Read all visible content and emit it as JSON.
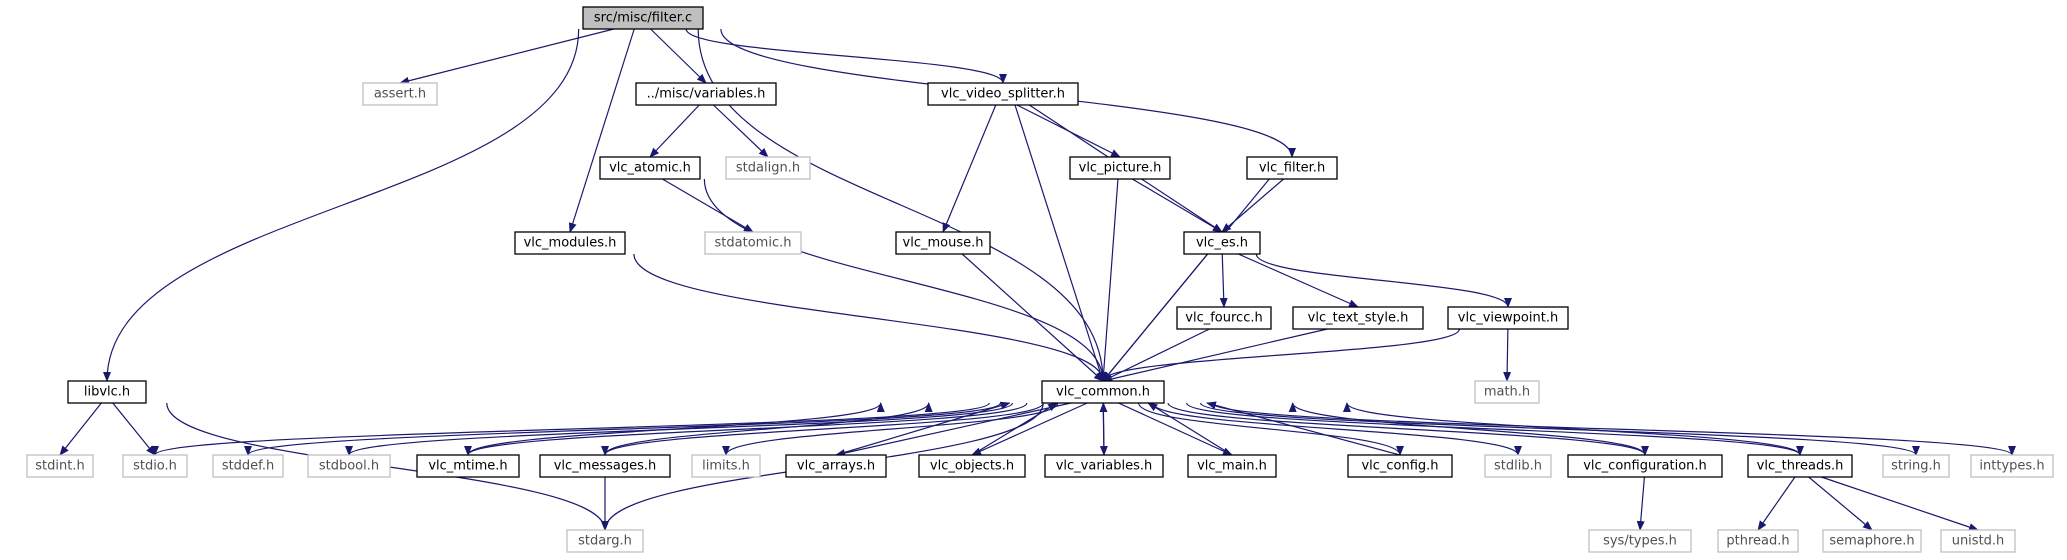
{
  "graph": {
    "root": "src/misc/filter.c",
    "colors": {
      "edge": "#191970",
      "internal_border": "#000000",
      "external_border": "#bfbfbf",
      "root_fill": "#bfbfbf",
      "node_fill": "#ffffff"
    },
    "nodes": [
      {
        "id": "root",
        "label": "src/misc/filter.c",
        "kind": "root"
      },
      {
        "id": "assert",
        "label": "assert.h",
        "kind": "external"
      },
      {
        "id": "misc_variables",
        "label": "../misc/variables.h",
        "kind": "internal"
      },
      {
        "id": "video_splitter",
        "label": "vlc_video_splitter.h",
        "kind": "internal"
      },
      {
        "id": "vlc_filter",
        "label": "vlc_filter.h",
        "kind": "internal"
      },
      {
        "id": "vlc_atomic",
        "label": "vlc_atomic.h",
        "kind": "internal"
      },
      {
        "id": "stdalign",
        "label": "stdalign.h",
        "kind": "external"
      },
      {
        "id": "vlc_picture",
        "label": "vlc_picture.h",
        "kind": "internal"
      },
      {
        "id": "vlc_modules",
        "label": "vlc_modules.h",
        "kind": "internal"
      },
      {
        "id": "stdatomic",
        "label": "stdatomic.h",
        "kind": "external"
      },
      {
        "id": "vlc_mouse",
        "label": "vlc_mouse.h",
        "kind": "internal"
      },
      {
        "id": "vlc_es",
        "label": "vlc_es.h",
        "kind": "internal"
      },
      {
        "id": "vlc_fourcc",
        "label": "vlc_fourcc.h",
        "kind": "internal"
      },
      {
        "id": "vlc_text_style",
        "label": "vlc_text_style.h",
        "kind": "internal"
      },
      {
        "id": "vlc_viewpoint",
        "label": "vlc_viewpoint.h",
        "kind": "internal"
      },
      {
        "id": "math",
        "label": "math.h",
        "kind": "external"
      },
      {
        "id": "libvlc",
        "label": "libvlc.h",
        "kind": "internal"
      },
      {
        "id": "vlc_common",
        "label": "vlc_common.h",
        "kind": "internal"
      },
      {
        "id": "stdint",
        "label": "stdint.h",
        "kind": "external"
      },
      {
        "id": "stdio",
        "label": "stdio.h",
        "kind": "external"
      },
      {
        "id": "stddef",
        "label": "stddef.h",
        "kind": "external"
      },
      {
        "id": "stdbool",
        "label": "stdbool.h",
        "kind": "external"
      },
      {
        "id": "vlc_mtime",
        "label": "vlc_mtime.h",
        "kind": "internal"
      },
      {
        "id": "vlc_messages",
        "label": "vlc_messages.h",
        "kind": "internal"
      },
      {
        "id": "limits",
        "label": "limits.h",
        "kind": "external"
      },
      {
        "id": "vlc_arrays",
        "label": "vlc_arrays.h",
        "kind": "internal"
      },
      {
        "id": "vlc_objects",
        "label": "vlc_objects.h",
        "kind": "internal"
      },
      {
        "id": "vlc_variables",
        "label": "vlc_variables.h",
        "kind": "internal"
      },
      {
        "id": "vlc_main",
        "label": "vlc_main.h",
        "kind": "internal"
      },
      {
        "id": "vlc_config",
        "label": "vlc_config.h",
        "kind": "internal"
      },
      {
        "id": "stdlib",
        "label": "stdlib.h",
        "kind": "external"
      },
      {
        "id": "vlc_configuration",
        "label": "vlc_configuration.h",
        "kind": "internal"
      },
      {
        "id": "vlc_threads",
        "label": "vlc_threads.h",
        "kind": "internal"
      },
      {
        "id": "string",
        "label": "string.h",
        "kind": "external"
      },
      {
        "id": "inttypes",
        "label": "inttypes.h",
        "kind": "external"
      },
      {
        "id": "stdarg",
        "label": "stdarg.h",
        "kind": "external"
      },
      {
        "id": "sys_types",
        "label": "sys/types.h",
        "kind": "external"
      },
      {
        "id": "pthread",
        "label": "pthread.h",
        "kind": "external"
      },
      {
        "id": "semaphore",
        "label": "semaphore.h",
        "kind": "external"
      },
      {
        "id": "unistd",
        "label": "unistd.h",
        "kind": "external"
      }
    ],
    "edges": [
      [
        "root",
        "assert"
      ],
      [
        "root",
        "misc_variables"
      ],
      [
        "root",
        "video_splitter"
      ],
      [
        "root",
        "vlc_filter"
      ],
      [
        "root",
        "vlc_modules"
      ],
      [
        "root",
        "libvlc"
      ],
      [
        "root",
        "vlc_common"
      ],
      [
        "misc_variables",
        "vlc_atomic"
      ],
      [
        "misc_variables",
        "stdalign"
      ],
      [
        "vlc_atomic",
        "stdatomic"
      ],
      [
        "vlc_atomic",
        "vlc_common"
      ],
      [
        "video_splitter",
        "vlc_picture"
      ],
      [
        "video_splitter",
        "vlc_mouse"
      ],
      [
        "video_splitter",
        "vlc_es"
      ],
      [
        "video_splitter",
        "vlc_common"
      ],
      [
        "vlc_filter",
        "vlc_es"
      ],
      [
        "vlc_filter",
        "vlc_common"
      ],
      [
        "vlc_picture",
        "vlc_es"
      ],
      [
        "vlc_picture",
        "vlc_common"
      ],
      [
        "vlc_modules",
        "vlc_common"
      ],
      [
        "vlc_mouse",
        "vlc_common"
      ],
      [
        "vlc_es",
        "vlc_fourcc"
      ],
      [
        "vlc_es",
        "vlc_text_style"
      ],
      [
        "vlc_es",
        "vlc_viewpoint"
      ],
      [
        "vlc_es",
        "vlc_common"
      ],
      [
        "vlc_fourcc",
        "vlc_common"
      ],
      [
        "vlc_text_style",
        "vlc_common"
      ],
      [
        "vlc_viewpoint",
        "math"
      ],
      [
        "vlc_viewpoint",
        "vlc_common"
      ],
      [
        "libvlc",
        "stdint"
      ],
      [
        "libvlc",
        "stdio"
      ],
      [
        "libvlc",
        "stdarg"
      ],
      [
        "vlc_common",
        "stdio"
      ],
      [
        "vlc_common",
        "stddef"
      ],
      [
        "vlc_common",
        "stdbool"
      ],
      [
        "vlc_common",
        "vlc_mtime"
      ],
      [
        "vlc_common",
        "vlc_messages"
      ],
      [
        "vlc_common",
        "limits"
      ],
      [
        "vlc_common",
        "vlc_arrays"
      ],
      [
        "vlc_common",
        "vlc_objects"
      ],
      [
        "vlc_common",
        "vlc_variables"
      ],
      [
        "vlc_common",
        "vlc_main"
      ],
      [
        "vlc_common",
        "vlc_config"
      ],
      [
        "vlc_common",
        "stdlib"
      ],
      [
        "vlc_common",
        "vlc_configuration"
      ],
      [
        "vlc_common",
        "vlc_threads"
      ],
      [
        "vlc_common",
        "string"
      ],
      [
        "vlc_common",
        "inttypes"
      ],
      [
        "vlc_common",
        "stdarg"
      ],
      [
        "vlc_mtime",
        "vlc_common"
      ],
      [
        "vlc_messages",
        "vlc_common"
      ],
      [
        "vlc_arrays",
        "vlc_common"
      ],
      [
        "vlc_objects",
        "vlc_common"
      ],
      [
        "vlc_variables",
        "vlc_common"
      ],
      [
        "vlc_main",
        "vlc_common"
      ],
      [
        "vlc_config",
        "vlc_common"
      ],
      [
        "vlc_configuration",
        "vlc_common"
      ],
      [
        "vlc_threads",
        "vlc_common"
      ],
      [
        "vlc_messages",
        "stdarg"
      ],
      [
        "vlc_configuration",
        "sys_types"
      ],
      [
        "vlc_threads",
        "pthread"
      ],
      [
        "vlc_threads",
        "semaphore"
      ],
      [
        "vlc_threads",
        "unistd"
      ]
    ]
  }
}
